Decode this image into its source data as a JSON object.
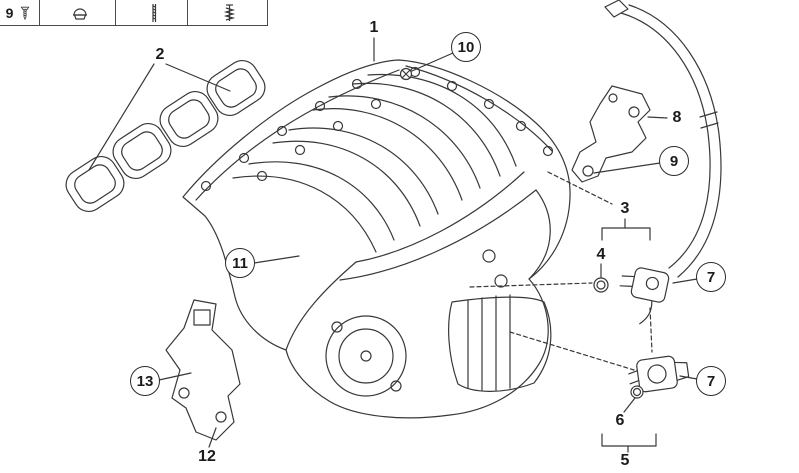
{
  "title": "Intake manifold exploded parts diagram",
  "colors": {
    "line": "#383838",
    "background": "#ffffff",
    "text": "#1b1b1b"
  },
  "legend": {
    "cells": [
      {
        "label": "9",
        "icon": "screw-icon"
      },
      {
        "label": "",
        "icon": "cap-nut-icon"
      },
      {
        "label": "",
        "icon": "stud-icon"
      },
      {
        "label": "",
        "icon": "spring-bolt-icon"
      }
    ]
  },
  "callouts": [
    {
      "label": "1",
      "circled": false,
      "part": "intake-manifold"
    },
    {
      "label": "2",
      "circled": false,
      "part": "gasket-set"
    },
    {
      "label": "10",
      "circled": true,
      "part": "flange-bolt"
    },
    {
      "label": "11",
      "circled": true,
      "part": "manifold-mount"
    },
    {
      "label": "13",
      "circled": true,
      "part": "support-bracket-left"
    },
    {
      "label": "12",
      "circled": false,
      "part": "support-bracket-left"
    },
    {
      "label": "8",
      "circled": false,
      "part": "vent-hose-bracket"
    },
    {
      "label": "9",
      "circled": true,
      "part": "bracket-hole"
    },
    {
      "label": "3",
      "circled": false,
      "part": "valve-assembly-upper"
    },
    {
      "label": "4",
      "circled": false,
      "part": "o-ring-upper"
    },
    {
      "label": "7",
      "circled": true,
      "part": "vent-valve-upper"
    },
    {
      "label": "7",
      "circled": true,
      "part": "vent-valve-lower"
    },
    {
      "label": "6",
      "circled": false,
      "part": "o-ring-lower"
    },
    {
      "label": "5",
      "circled": false,
      "part": "valve-assembly-lower"
    }
  ]
}
